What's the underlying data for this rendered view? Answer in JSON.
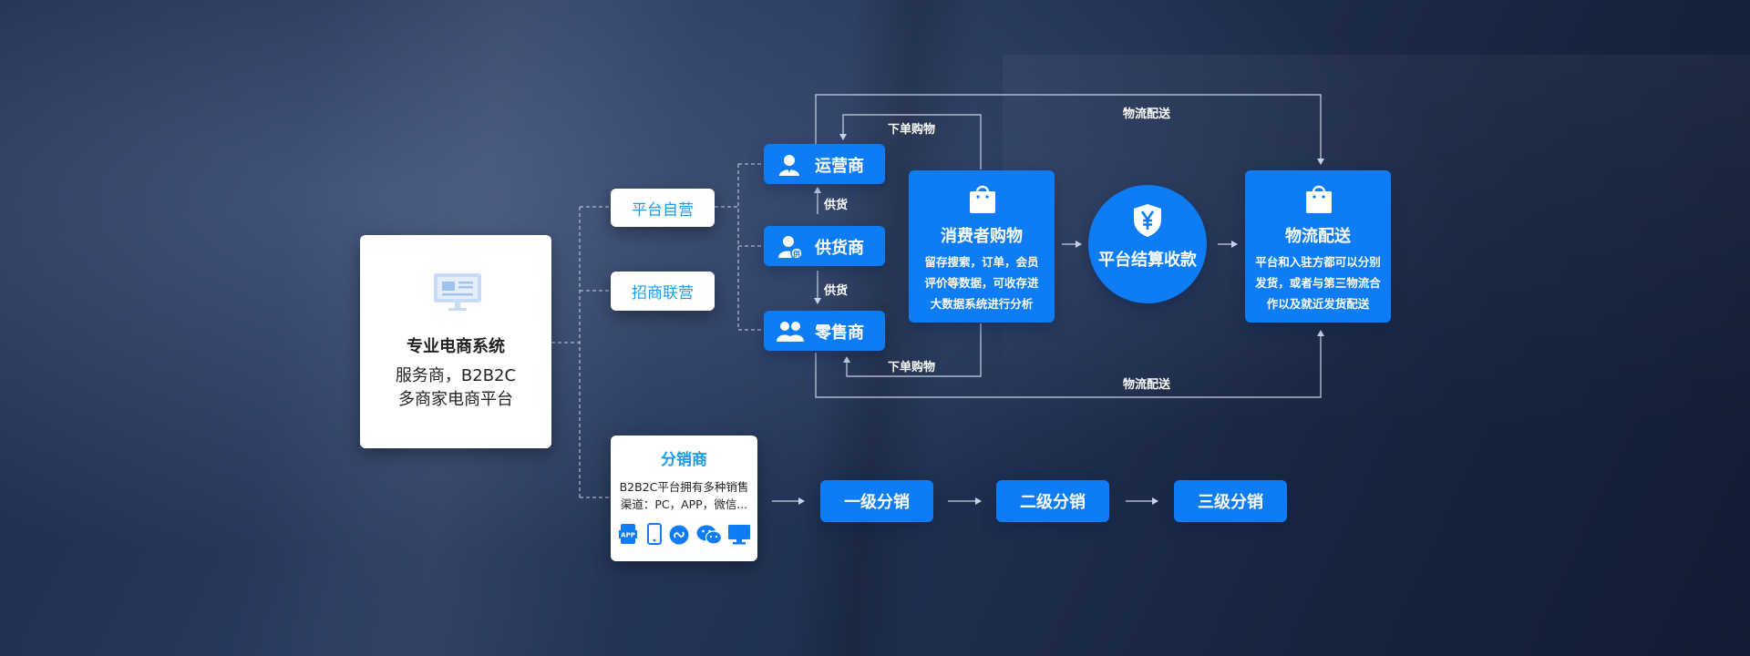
{
  "main_box": {
    "line1": "专业电商系统",
    "line2": "服务商，B2B2C",
    "line3": "多商家电商平台",
    "icon": "monitor-icon"
  },
  "channels": {
    "self_operated": "平台自营",
    "merchant_alliance": "招商联营"
  },
  "roles": {
    "operator": "运营商",
    "supplier": "供货商",
    "retailer": "零售商",
    "supply_label_1": "供货",
    "supply_label_2": "供货"
  },
  "flow_labels": {
    "order_top": "下单购物",
    "order_bottom": "下单购物",
    "logistics_top": "物流配送",
    "logistics_bottom": "物流配送"
  },
  "consumer": {
    "title": "消费者购物",
    "desc": [
      "留存搜索，订单，会员",
      "评价等数据，可收存进",
      "大数据系统进行分析"
    ],
    "icon": "shopping-bag-icon"
  },
  "settlement": {
    "title": "平台结算收款",
    "icon": "yen-shield-icon"
  },
  "logistics": {
    "title": "物流配送",
    "desc": [
      "平台和入驻方都可以分别",
      "发货，或者与第三物流合",
      "作以及就近发货配送"
    ],
    "icon": "shopping-bag-icon"
  },
  "distributor": {
    "title": "分销商",
    "desc": [
      "B2B2C平台拥有多种销售",
      "渠道：PC，APP，微信..."
    ],
    "icons": [
      "app-icon",
      "mobile-icon",
      "mini-program-icon",
      "wechat-icon",
      "pc-icon"
    ],
    "app_text": "APP"
  },
  "levels": {
    "level1": "一级分销",
    "level2": "二级分销",
    "level3": "三级分销"
  },
  "colors": {
    "accent_blue": "#0e7cf4",
    "title_blue": "#1a9bf0",
    "background": "#1d2a48"
  }
}
